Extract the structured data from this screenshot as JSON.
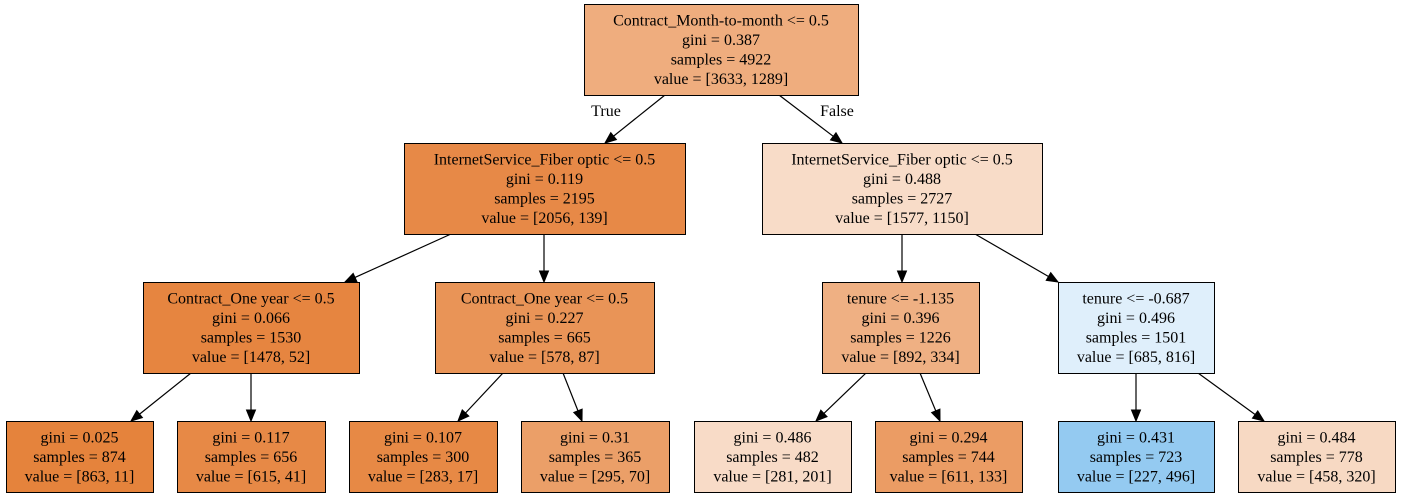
{
  "tree": {
    "nodes": [
      {
        "id": "n0",
        "lines": [
          "Contract_Month-to-month <= 0.5",
          "gini = 0.387",
          "samples = 4922",
          "value = [3633, 1289]"
        ],
        "fill": "#efad7e"
      },
      {
        "id": "n1",
        "lines": [
          "InternetService_Fiber optic <= 0.5",
          "gini = 0.119",
          "samples = 2195",
          "value = [2056, 139]"
        ],
        "fill": "#e78947"
      },
      {
        "id": "n2",
        "lines": [
          "InternetService_Fiber optic <= 0.5",
          "gini = 0.488",
          "samples = 2727",
          "value = [1577, 1150]"
        ],
        "fill": "#f8dcc8"
      },
      {
        "id": "n3",
        "lines": [
          "Contract_One year <= 0.5",
          "gini = 0.066",
          "samples = 1530",
          "value = [1478, 52]"
        ],
        "fill": "#e68540"
      },
      {
        "id": "n4",
        "lines": [
          "Contract_One year <= 0.5",
          "gini = 0.227",
          "samples = 665",
          "value = [578, 87]"
        ],
        "fill": "#e99457"
      },
      {
        "id": "n5",
        "lines": [
          "tenure <= -1.135",
          "gini = 0.396",
          "samples = 1226",
          "value = [892, 334]"
        ],
        "fill": "#efb083"
      },
      {
        "id": "n6",
        "lines": [
          "tenure <= -0.687",
          "gini = 0.496",
          "samples = 1501",
          "value = [685, 816]"
        ],
        "fill": "#dfeffb"
      },
      {
        "id": "n7",
        "lines": [
          "gini = 0.025",
          "samples = 874",
          "value = [863, 11]"
        ],
        "fill": "#e5833c"
      },
      {
        "id": "n8",
        "lines": [
          "gini = 0.117",
          "samples = 656",
          "value = [615, 41]"
        ],
        "fill": "#e78946"
      },
      {
        "id": "n9",
        "lines": [
          "gini = 0.107",
          "samples = 300",
          "value = [283, 17]"
        ],
        "fill": "#e78945"
      },
      {
        "id": "n10",
        "lines": [
          "gini = 0.31",
          "samples = 365",
          "value = [295, 70]"
        ],
        "fill": "#eb9f68"
      },
      {
        "id": "n11",
        "lines": [
          "gini = 0.486",
          "samples = 482",
          "value = [281, 201]"
        ],
        "fill": "#f8dbc7"
      },
      {
        "id": "n12",
        "lines": [
          "gini = 0.294",
          "samples = 744",
          "value = [611, 133]"
        ],
        "fill": "#eb9c64"
      },
      {
        "id": "n13",
        "lines": [
          "gini = 0.431",
          "samples = 723",
          "value = [227, 496]"
        ],
        "fill": "#94caf1"
      },
      {
        "id": "n14",
        "lines": [
          "gini = 0.484",
          "samples = 778",
          "value = [458, 320]"
        ],
        "fill": "#f7d9c3"
      }
    ],
    "edges": [
      {
        "from": "n0",
        "to": "n1",
        "label": "True"
      },
      {
        "from": "n0",
        "to": "n2",
        "label": "False"
      },
      {
        "from": "n1",
        "to": "n3",
        "label": ""
      },
      {
        "from": "n1",
        "to": "n4",
        "label": ""
      },
      {
        "from": "n2",
        "to": "n5",
        "label": ""
      },
      {
        "from": "n2",
        "to": "n6",
        "label": ""
      },
      {
        "from": "n3",
        "to": "n7",
        "label": ""
      },
      {
        "from": "n3",
        "to": "n8",
        "label": ""
      },
      {
        "from": "n4",
        "to": "n9",
        "label": ""
      },
      {
        "from": "n4",
        "to": "n10",
        "label": ""
      },
      {
        "from": "n5",
        "to": "n11",
        "label": ""
      },
      {
        "from": "n5",
        "to": "n12",
        "label": ""
      },
      {
        "from": "n6",
        "to": "n13",
        "label": ""
      },
      {
        "from": "n6",
        "to": "n14",
        "label": ""
      }
    ]
  }
}
